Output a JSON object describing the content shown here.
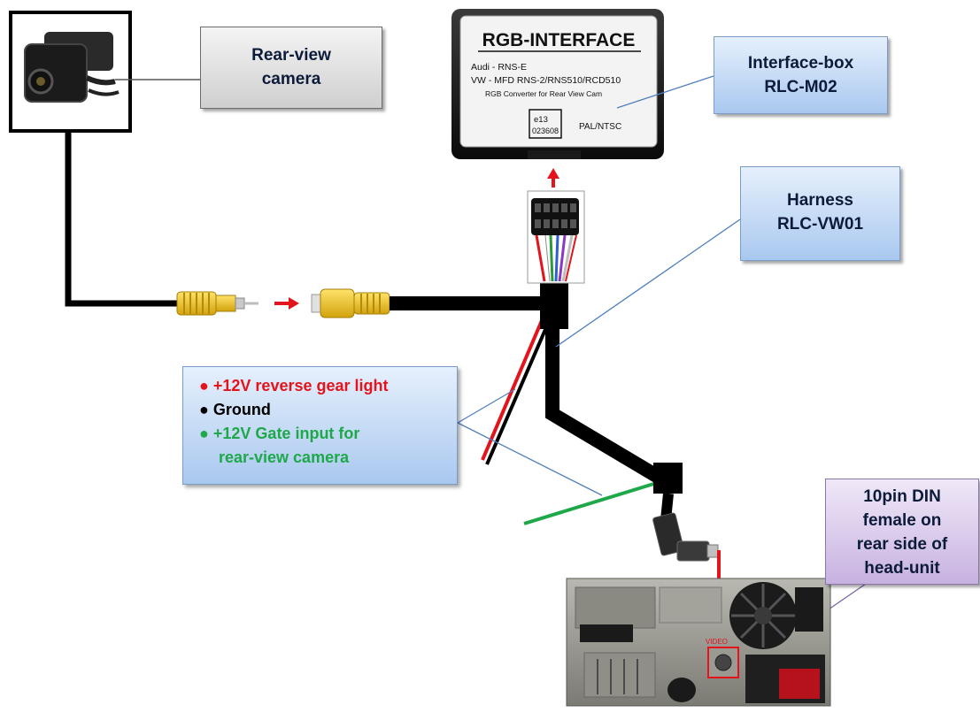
{
  "labels": {
    "camera": [
      "Rear-view",
      "camera"
    ],
    "interface": [
      "Interface-box",
      "RLC-M02"
    ],
    "harness": [
      "Harness",
      "RLC-VW01"
    ],
    "din": [
      "10pin DIN",
      "female on",
      "rear side of",
      "head-unit"
    ]
  },
  "wires": [
    {
      "text": "+12V reverse gear light",
      "color": "#e3141b",
      "bullet": "●"
    },
    {
      "text": "Ground",
      "color": "#000000",
      "bullet": "●"
    },
    {
      "text": "+12V Gate input for",
      "color": "#1fa84a",
      "bullet": "●"
    },
    {
      "text": "rear-view camera",
      "color": "#1fa84a",
      "bullet": ""
    }
  ],
  "interface_box": {
    "title": "RGB-INTERFACE",
    "line1": "Audi - RNS-E",
    "line2": "VW - MFD RNS-2/RNS510/RCD510",
    "line3": "RGB Converter for Rear View Cam",
    "cert1": "e13",
    "cert2": "023608",
    "std": "PAL/NTSC"
  },
  "head_unit": {
    "port_label": "VIDEO"
  },
  "colors": {
    "arrow": "#e3141b",
    "cable": "#000000",
    "rca_yellow": "#f0c419",
    "wire_red": "#e3141b",
    "wire_green": "#1fa84a",
    "callout_line_blue": "#4f7fbf",
    "callout_line_purple": "#7d66a8"
  }
}
